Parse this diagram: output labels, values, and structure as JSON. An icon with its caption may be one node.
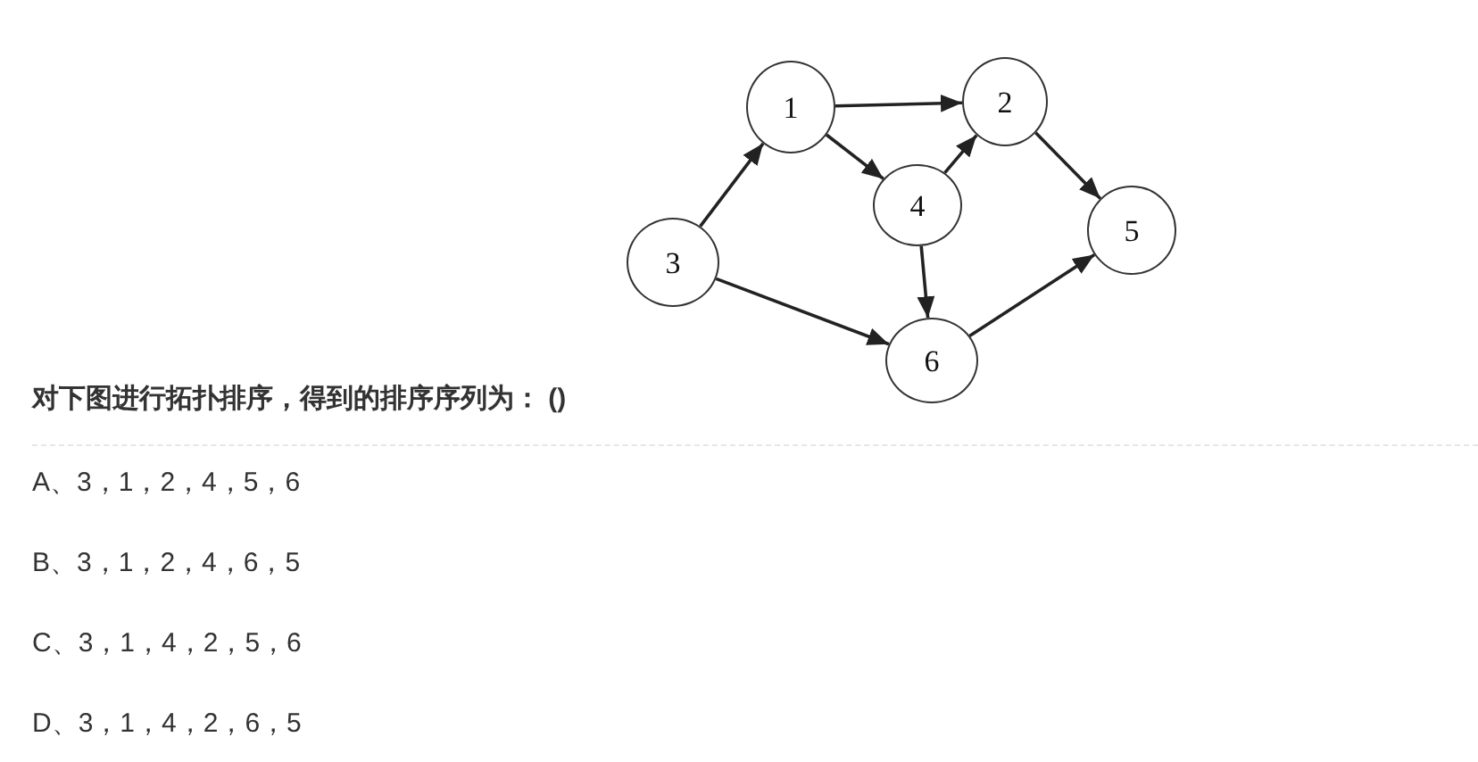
{
  "diagram": {
    "nodes": [
      {
        "text": [
          "1"
        ]
      },
      {
        "text": [
          "2"
        ]
      },
      {
        "text": [
          "3"
        ]
      },
      {
        "text": [
          "4"
        ]
      },
      {
        "text": [
          "5"
        ]
      },
      {
        "text": [
          "6"
        ]
      }
    ],
    "edges": [
      {
        "from": 0,
        "to": 1,
        "arrow": "to"
      },
      {
        "from": 0,
        "to": 3,
        "arrow": "to"
      },
      {
        "from": 2,
        "to": 0,
        "arrow": "to"
      },
      {
        "from": 3,
        "to": 1,
        "arrow": "to"
      },
      {
        "from": 1,
        "to": 4,
        "arrow": "to"
      },
      {
        "from": 3,
        "to": 5,
        "arrow": "to"
      },
      {
        "from": 2,
        "to": 5,
        "arrow": "to"
      },
      {
        "from": 5,
        "to": 4,
        "arrow": "to"
      }
    ],
    "labels": [
      "对下图进行拓扑排序，得到的排序序列为： ()",
      "A、3，1，2，4，5，6",
      "B、3，1，2，4，6，5",
      "C、3，1，4，2，5，6",
      "D、3，1，4，2，6，5"
    ]
  }
}
